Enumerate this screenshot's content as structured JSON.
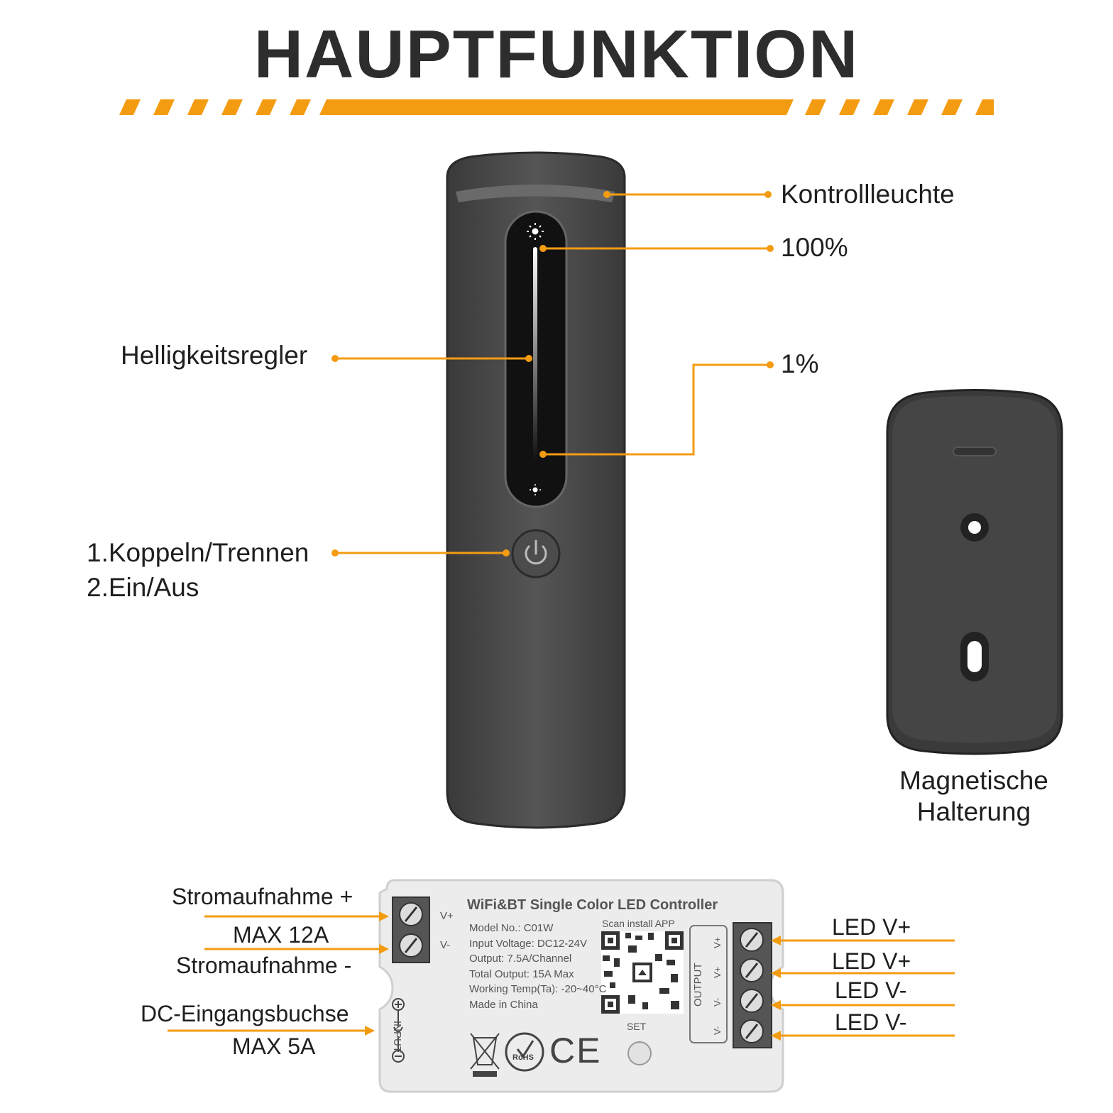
{
  "title": "HAUPTFUNKTION",
  "colors": {
    "accent": "#f39c12",
    "remote_body": "#4a4a4a",
    "controller_body": "#ececec"
  },
  "remote": {
    "labels": {
      "indicator": "Kontrollleuchte",
      "max": "100%",
      "min": "1%",
      "slider": "Helligkeitsregler",
      "button_line1": "1.Koppeln/Trennen",
      "button_line2": "2.Ein/Aus"
    },
    "icons": [
      "sun-large-icon",
      "sun-small-icon",
      "power-icon"
    ]
  },
  "holder": {
    "label_line1": "Magnetische",
    "label_line2": "Halterung"
  },
  "controller": {
    "heading": "WiFi&BT Single Color LED Controller",
    "specs": [
      "Model No.: C01W",
      "Input Voltage: DC12-24V",
      "Output: 7.5A/Channel",
      "Total Output: 15A Max",
      "Working Temp(Ta): -20~40°C",
      "Made in China"
    ],
    "scan_text": "Scan install APP",
    "set_label": "SET",
    "input_label": "INPUT",
    "output_label": "OUTPUT",
    "input_terminals": [
      "V+",
      "V-"
    ],
    "output_terminals": [
      "V+",
      "V+",
      "V-",
      "V-"
    ],
    "rohs": "RoHS",
    "ce": "CE",
    "left_labels": {
      "power_plus": "Stromaufnahme +",
      "max12": "MAX 12A",
      "power_minus": "Stromaufnahme -",
      "dc_jack": "DC-Eingangsbuchse",
      "max5": "MAX 5A"
    },
    "right_labels": [
      "LED V+",
      "LED V+",
      "LED V-",
      "LED V-"
    ]
  }
}
